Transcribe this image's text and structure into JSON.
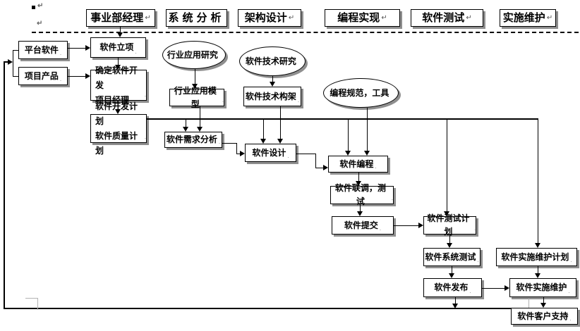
{
  "lanes": [
    {
      "label": "事业部经理",
      "mark": "↵"
    },
    {
      "label": "系统分析",
      "mark": ""
    },
    {
      "label": "架构设计",
      "mark": "↵"
    },
    {
      "label": "编程实现",
      "mark": "↵"
    },
    {
      "label": "软件测试",
      "mark": "↵"
    },
    {
      "label": "实施维护",
      "mark": "↵"
    }
  ],
  "nodes": {
    "platform_software": {
      "label": "平台软件"
    },
    "project_product": {
      "label": "项目产品"
    },
    "project_initiation": {
      "label": "软件立项"
    },
    "assign_pm": {
      "label": "确定软件开发\n项目经理"
    },
    "dev_quality_plan": {
      "label": "软件开发计划\n软件质量计划"
    },
    "industry_research": {
      "label": "行业应用研究"
    },
    "tech_research": {
      "label": "软件技术研究"
    },
    "coding_standards": {
      "label": "编程规范，工具"
    },
    "industry_model": {
      "label": "行业应用模型"
    },
    "tech_architecture": {
      "label": "软件技术构架"
    },
    "requirements_analysis": {
      "label": "软件需求分析"
    },
    "software_design": {
      "label": "软件设计"
    },
    "software_coding": {
      "label": "软件编程"
    },
    "integration_test": {
      "label": "软件联调，测试"
    },
    "software_submission": {
      "label": "软件提交"
    },
    "test_plan": {
      "label": "软件测试计划"
    },
    "system_test": {
      "label": "软件系统测试"
    },
    "software_release": {
      "label": "软件发布"
    },
    "maintenance_plan": {
      "label": "软件实施维护计划"
    },
    "implementation_maintenance": {
      "label": "软件实施维护"
    },
    "customer_support": {
      "label": "软件客户支持"
    }
  },
  "marks": {
    "pilcrow": "↵",
    "line_end": "."
  },
  "colors": {
    "line": "#000000",
    "shadow": "#8f8f8f",
    "gray_line": "#b3b3b3",
    "background": "#ffffff"
  }
}
